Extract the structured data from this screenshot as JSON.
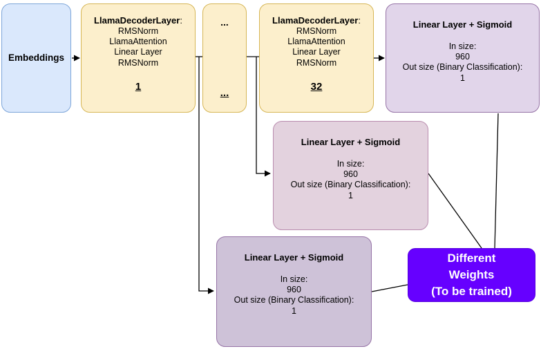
{
  "diagram": {
    "title": "LLaMA decoder stack with multiple binary-classification heads",
    "background": "#ffffff"
  },
  "palette": {
    "embeddings_fill": "#dae8fc",
    "embeddings_stroke": "#7ea6d9",
    "decoder_fill": "#fcefcc",
    "decoder_stroke": "#d6b656",
    "head_top_fill": "#e1d5ea",
    "head_top_stroke": "#9673a6",
    "head_mid_fill": "#e3d2de",
    "head_mid_stroke": "#b98bae",
    "head_bottom_fill": "#cec2d8",
    "head_bottom_stroke": "#9673a6",
    "diff_weights_fill": "#6600ff",
    "diff_weights_text": "#ffffff",
    "edge_stroke": "#000000"
  },
  "nodes": {
    "embeddings": {
      "label": "Embeddings"
    },
    "decoder_1": {
      "title_bold": "LlamaDecoderLayer",
      "title_suffix": ":",
      "lines": "RMSNorm\nLlamaAttention\nLinear Layer\nRMSNorm",
      "index": "1"
    },
    "decoder_ellipsis": {
      "top": "...",
      "bottom": "..."
    },
    "decoder_32": {
      "title_bold": "LlamaDecoderLayer",
      "title_suffix": ":",
      "lines": "RMSNorm\nLlamaAttention\nLinear Layer\nRMSNorm",
      "index": "32"
    },
    "head_top": {
      "title": "Linear Layer + Sigmoid",
      "body": "In size:\n960\nOut size  (Binary Classification):\n1"
    },
    "head_mid": {
      "title": "Linear Layer + Sigmoid",
      "body": "In size:\n960\nOut size  (Binary Classification):\n1"
    },
    "head_bottom": {
      "title": "Linear Layer + Sigmoid",
      "body": "In size:\n960\nOut size  (Binary Classification):\n1"
    },
    "different_weights": {
      "label": "Different\nWeights\n(To be trained)"
    }
  },
  "edges": [
    {
      "name": "embeddings-to-decoder-1",
      "from": "embeddings",
      "to": "decoder_1",
      "arrow": true
    },
    {
      "name": "decoder-1-to-ellipsis",
      "from": "decoder_1",
      "to": "decoder_ellipsis",
      "arrow": false
    },
    {
      "name": "ellipsis-to-decoder-32",
      "from": "decoder_ellipsis",
      "to": "decoder_32",
      "arrow": false
    },
    {
      "name": "decoder-32-to-head-top",
      "from": "decoder_32",
      "to": "head_top",
      "arrow": true
    },
    {
      "name": "decoder-32-tap-to-head-mid",
      "from": "decoder_32",
      "to": "head_mid",
      "arrow": true
    },
    {
      "name": "decoder-1-tap-to-head-bottom",
      "from": "decoder_1",
      "to": "head_bottom",
      "arrow": true
    },
    {
      "name": "head-top-to-different-weights",
      "from": "head_top",
      "to": "different_weights",
      "arrow": false
    },
    {
      "name": "head-mid-to-different-weights",
      "from": "head_mid",
      "to": "different_weights",
      "arrow": false
    },
    {
      "name": "head-bottom-to-different-weights",
      "from": "head_bottom",
      "to": "different_weights",
      "arrow": false
    }
  ]
}
